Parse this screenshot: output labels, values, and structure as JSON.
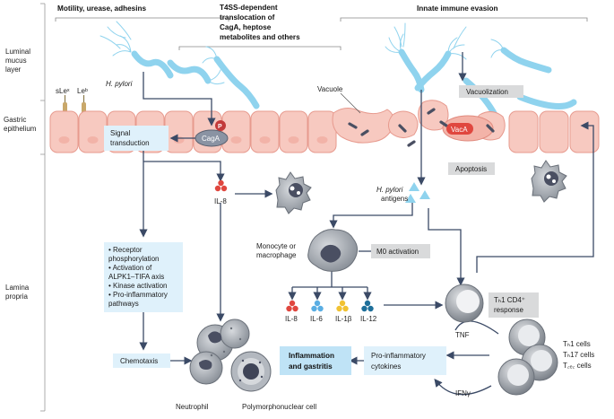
{
  "colors": {
    "epithelium_fill": "#f7c9c0",
    "epithelium_stroke": "#e79a8e",
    "bacteria": "#8fd3ee",
    "info_box": "#dff1fb",
    "gray_box": "#d9dadb",
    "arrow": "#3b4a66",
    "il8_red": "#e0473f",
    "il6_blue": "#5aaee3",
    "il1b_yellow": "#f1c232",
    "il12_teal": "#1e6f9a",
    "cell_gray": "#9aa0a8",
    "p_red": "#c23a3a"
  },
  "layers": {
    "luminal": [
      "Luminal",
      "mucus",
      "layer"
    ],
    "epithelium": [
      "Gastric",
      "epithelium"
    ],
    "lamina": [
      "Lamina",
      "propria"
    ]
  },
  "headers": {
    "motility": "Motility, urease, adhesins",
    "t4ss": [
      "T4SS-dependent",
      "translocation of",
      "CagA, heptose",
      "metabolites and others"
    ],
    "innate": "Innate immune evasion"
  },
  "labels": {
    "sle": "sLeˣ",
    "leb": "Leᵇ",
    "hpylori": "H. pylori",
    "vacuole": "Vacuole",
    "vacuolization": "Vacuolization",
    "vaca": "VacA",
    "apoptosis": "Apoptosis",
    "cagA": "CagA",
    "p": "P",
    "signal": [
      "Signal",
      "transduction"
    ],
    "il8_top": "IL-8",
    "hp_antigens_italic": "H. pylori",
    "hp_antigens": "antigens",
    "monocyte": [
      "Monocyte or",
      "macrophage"
    ],
    "m0": "M0 activation",
    "receptor_items": [
      "• Receptor",
      "  phosphorylation",
      "• Activation of",
      "  ALPK1–TIFA axis",
      "• Kinase activation",
      "• Pro-inflammatory",
      "  pathways"
    ],
    "chemotaxis": "Chemotaxis",
    "inflammation": [
      "Inflammation",
      "and gastritis"
    ],
    "proinflam": [
      "Pro-inflammatory",
      "cytokines"
    ],
    "neutrophil": "Neutrophil",
    "pmn": "Polymorphonuclear cell",
    "th1_cd4": [
      "Tₕ1 CD4⁺",
      "response"
    ],
    "tnf": "TNF",
    "ifn": "IFNγ",
    "th_cells": [
      "Tₕ1 cells",
      "Tₕ17 cells",
      "T꜀ₑ꜀ cells"
    ]
  },
  "cytokines": [
    {
      "label": "IL-8",
      "color": "#e0473f"
    },
    {
      "label": "IL-6",
      "color": "#5aaee3"
    },
    {
      "label": "IL-1β",
      "color": "#f1c232"
    },
    {
      "label": "IL-12",
      "color": "#1e6f9a"
    }
  ]
}
